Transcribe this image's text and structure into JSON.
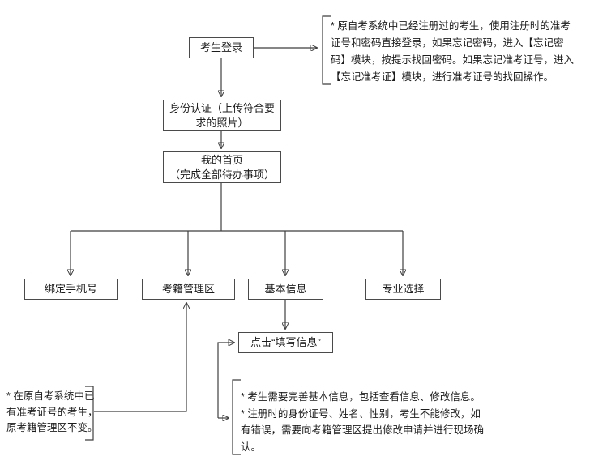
{
  "page": {
    "background_color": "#ffffff",
    "line_color": "#3f3f3f",
    "box_border_color": "#4a4a4a"
  },
  "flow": {
    "login": {
      "label": "考生登录"
    },
    "identity": {
      "lines": [
        "身份认证（上传符合要",
        "求的照片）"
      ]
    },
    "homepage": {
      "lines": [
        "我的首页",
        "（完成全部待办事项）"
      ]
    },
    "bind_phone": {
      "label": "绑定手机号"
    },
    "exam_mgmt": {
      "label": "考籍管理区"
    },
    "basic_info": {
      "label": "基本信息"
    },
    "major_select": {
      "label": "专业选择"
    },
    "fill_info": {
      "label": "点击“填写信息”"
    }
  },
  "notes": {
    "login_help": {
      "lines": [
        "* 原自考系统中已经注册过的考生，使用注册时的准考",
        "证号和密码直接登录，如果忘记密码，进入【忘记密",
        "码】模块，按提示找回密码。如果忘记准考证号，进入",
        "【忘记准考证】模块，进行准考证号的找回操作。"
      ]
    },
    "exam_mgmt_note": {
      "lines": [
        "* 在原自考系统中已",
        "有准考证号的考生，",
        "原考籍管理区不变。"
      ]
    },
    "basic_info_note": {
      "lines": [
        "* 考生需要完善基本信息，包括查看信息、修改信息。",
        "* 注册时的身份证号、姓名、性别，考生不能修改，如",
        "有错误，需要向考籍管理区提出修改申请并进行现场确",
        "认。"
      ]
    }
  }
}
